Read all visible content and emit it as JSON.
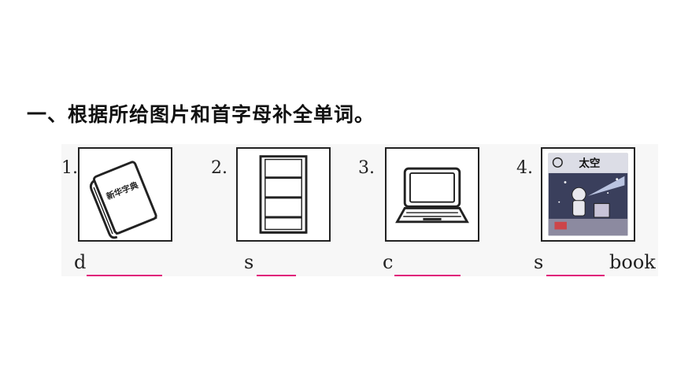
{
  "heading": "一、根据所给图片和首字母补全单词。",
  "items": [
    {
      "number": "1.",
      "letter": "d",
      "icon": "dictionary-icon",
      "book_title": "新华字典"
    },
    {
      "number": "2.",
      "letter": "s",
      "icon": "bookshelf-icon"
    },
    {
      "number": "3.",
      "letter": "c",
      "icon": "laptop-computer-icon"
    },
    {
      "number": "4.",
      "letter": "s",
      "icon": "space-book-icon",
      "book_title": "太空",
      "suffix": "book"
    }
  ],
  "colors": {
    "blank_line": "#e0187a",
    "frame": "#222222",
    "panel": "#f7f7f7"
  }
}
